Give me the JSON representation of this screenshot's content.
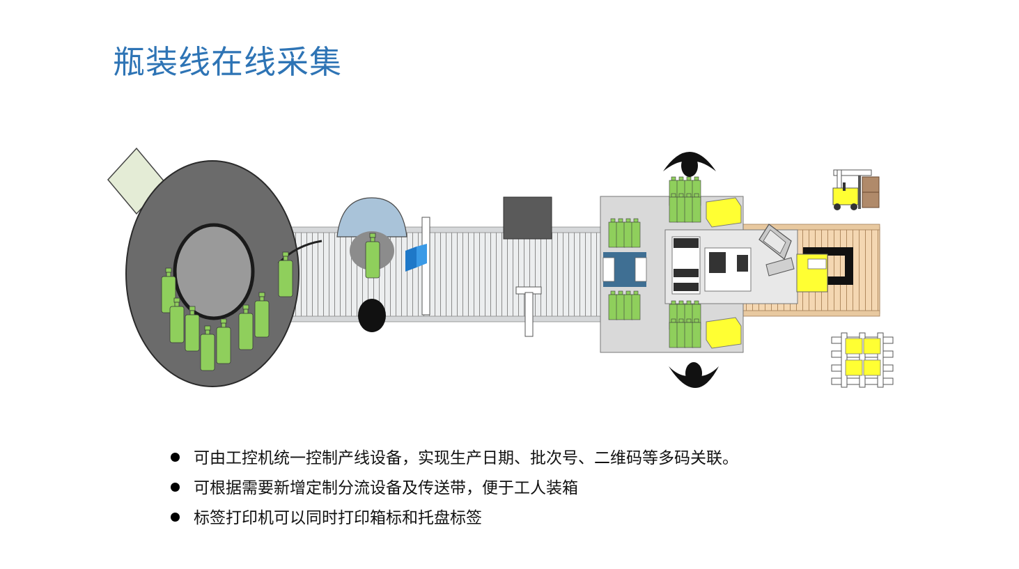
{
  "page": {
    "title": "瓶装线在线采集"
  },
  "colors": {
    "title": "#2e74b5",
    "bottle": "#8fcf5c",
    "conveyor": "#e2e4e6",
    "pallet_conveyor": "#f4d7b2",
    "box": "#ffff33",
    "hopper": "#6b6b6b"
  },
  "diagram": {
    "components": [
      "bottle-hopper",
      "filling-dome",
      "label-sensor",
      "printer-block",
      "packing-station",
      "label-printer",
      "forklift",
      "pallet-rack",
      "workers"
    ]
  },
  "bullets": [
    {
      "text": "可由工控机统一控制产线设备，实现生产日期、批次号、二维码等多码关联。"
    },
    {
      "text": "可根据需要新增定制分流设备及传送带，便于工人装箱"
    },
    {
      "text": "标签打印机可以同时打印箱标和托盘标签"
    }
  ]
}
